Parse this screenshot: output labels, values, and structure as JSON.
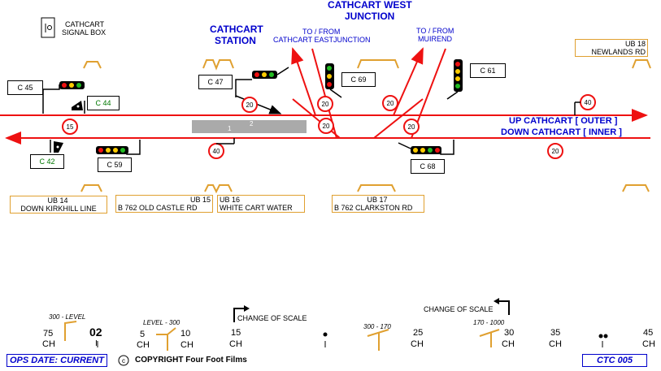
{
  "signal_box": {
    "label_line1": "CATHCART",
    "label_line2": "SIGNAL BOX",
    "icon": "signal-box-icon"
  },
  "stations": {
    "cathcart_line1": "CATHCART",
    "cathcart_line2": "STATION",
    "west_jn_line1": "CATHCART WEST",
    "west_jn_line2": "JUNCTION"
  },
  "destinations": {
    "east_line1": "TO / FROM",
    "east_line2": "CATHCART EASTJUNCTION",
    "muirend_line1": "TO / FROM",
    "muirend_line2": "MUIREND"
  },
  "lines": {
    "up": "UP CATHCART [ OUTER ]",
    "down": "DOWN CATHCART [ INNER ]"
  },
  "platform": {
    "p1": "1",
    "p2": "2"
  },
  "signals": {
    "c45": "C 45",
    "c44": "C 44",
    "c42": "C 42",
    "c47": "C 47",
    "c59": "C 59",
    "c69": "C 69",
    "c61": "C 61",
    "c68": "C 68"
  },
  "speeds": {
    "s15": "15",
    "s20a": "20",
    "s20b": "20",
    "s20c": "20",
    "s20d": "20",
    "s20e": "20",
    "s20f": "20",
    "s40a": "40",
    "s40b": "40"
  },
  "bridges": {
    "ub18_num": "UB 18",
    "ub18_name": "NEWLANDS RD",
    "ub14_num": "UB 14",
    "ub14_name": "DOWN KIRKHILL LINE",
    "ub15_num": "UB 15",
    "ub15_name": "B 762 OLD CASTLE RD",
    "ub16_num": "UB 16",
    "ub16_name": "WHITE CART WATER",
    "ub17_num": "UB 17",
    "ub17_name": "B 762 CLARKSTON RD"
  },
  "scale": {
    "m75": "75",
    "m75_ch": "CH",
    "m02": "02",
    "m02_sub": "I",
    "m5": "5",
    "m5_ch": "CH",
    "m10": "10",
    "m10_ch": "CH",
    "m15": "15",
    "m15_ch": "CH",
    "m25": "25",
    "m25_ch": "CH",
    "m30": "30",
    "m30_ch": "CH",
    "m35": "35",
    "m35_ch": "CH",
    "m45": "45",
    "m45_ch": "CH",
    "grad1": "300 - LEVEL",
    "grad2": "LEVEL - 300",
    "grad3": "300 - 170",
    "grad4": "170 - 1000",
    "change1": "CHANGE OF SCALE",
    "change2": "CHANGE OF SCALE"
  },
  "footer": {
    "ops_date": "OPS DATE: CURRENT",
    "copyright": "COPYRIGHT Four Foot Films",
    "ctc": "CTC 005"
  },
  "colors": {
    "track": "#ee1111",
    "station_text": "#0000cc",
    "bridge": "#e0a030",
    "platform": "#aaaaaa"
  }
}
